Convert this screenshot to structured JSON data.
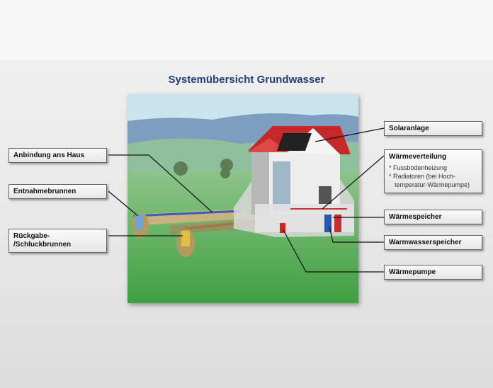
{
  "title": "Systemübersicht Grundwasser",
  "labels": {
    "anbindung": "Anbindung ans Haus",
    "entnahme": "Entnahmebrunnen",
    "rueckgabe_1": "Rückgabe-",
    "rueckgabe_2": "/Schluckbrunnen",
    "solar": "Solaranlage",
    "waermeverteilung": "Wärmeverteilung",
    "waermeverteilung_items": [
      "* Fussbodenheizung",
      "* Radiatoren (bei Hoch-",
      "   temperatur-Wärmepumpe)"
    ],
    "waermespeicher": "Wärmespeicher",
    "warmwasser": "Warmwasserspeicher",
    "waermepumpe": "Wärmepumpe"
  }
}
